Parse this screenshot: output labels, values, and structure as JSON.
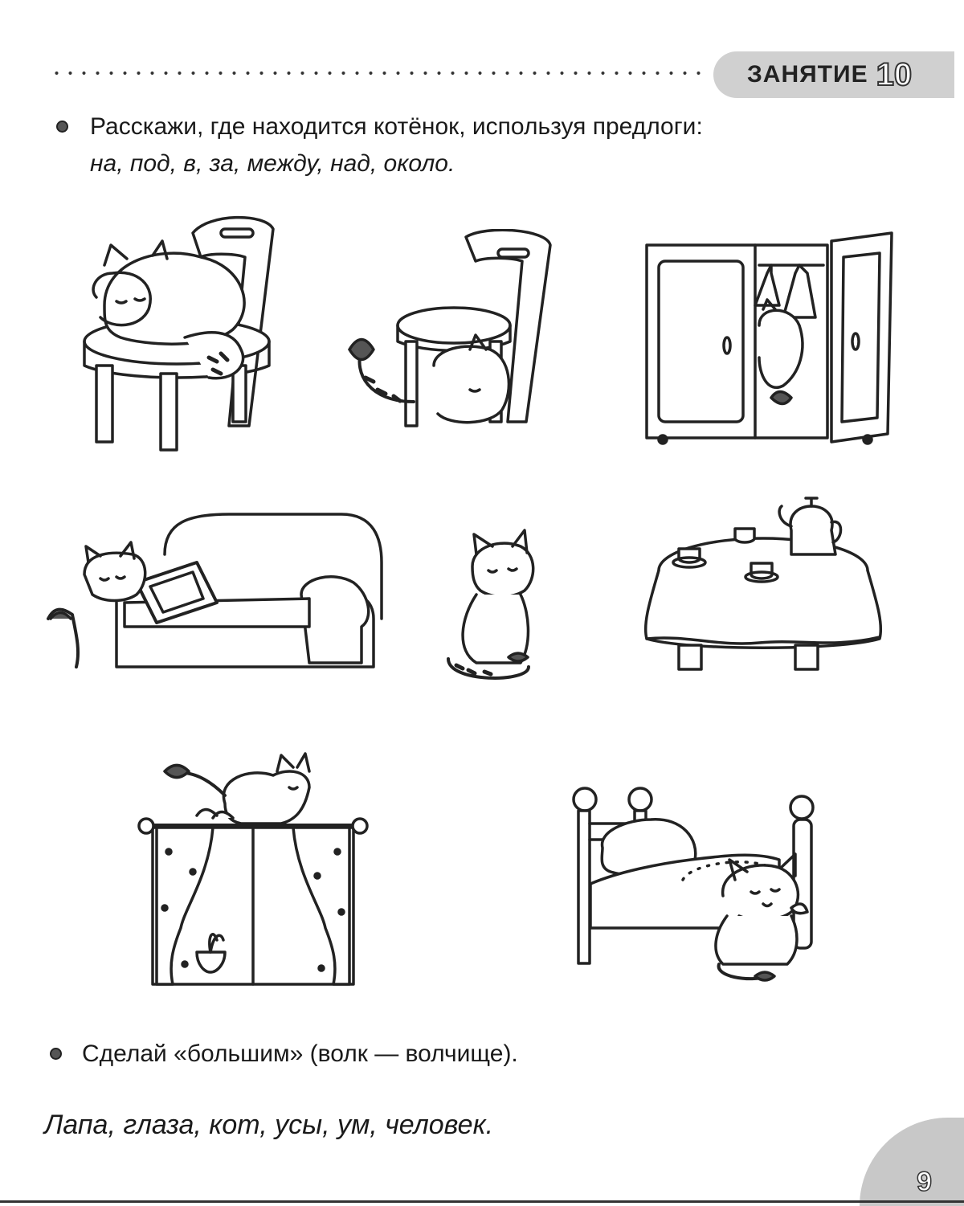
{
  "header": {
    "lesson_label": "ЗАНЯТИЕ",
    "lesson_number": "10"
  },
  "task1": {
    "instruction": "Расскажи, где находится котёнок, используя предлоги:",
    "prepositions": "на, под, в, за, между, над, около."
  },
  "pictures": [
    {
      "icon": "kitten-on-chair-icon"
    },
    {
      "icon": "kitten-under-chair-icon"
    },
    {
      "icon": "kitten-in-wardrobe-icon"
    },
    {
      "icon": "kitten-behind-sofa-icon"
    },
    {
      "icon": "kitten-between-sofa-and-table-icon"
    },
    {
      "icon": "table-with-tea-set-icon"
    },
    {
      "icon": "kitten-above-window-icon"
    },
    {
      "icon": "kitten-near-bed-icon"
    }
  ],
  "task2": {
    "instruction": "Сделай «большим» (волк — волчище).",
    "words": "Лапа, глаза, кот, усы, ум, человек."
  },
  "footer": {
    "page_number": "9"
  },
  "colors": {
    "ink": "#1a1a1a",
    "badge": "#d0d0d0"
  }
}
